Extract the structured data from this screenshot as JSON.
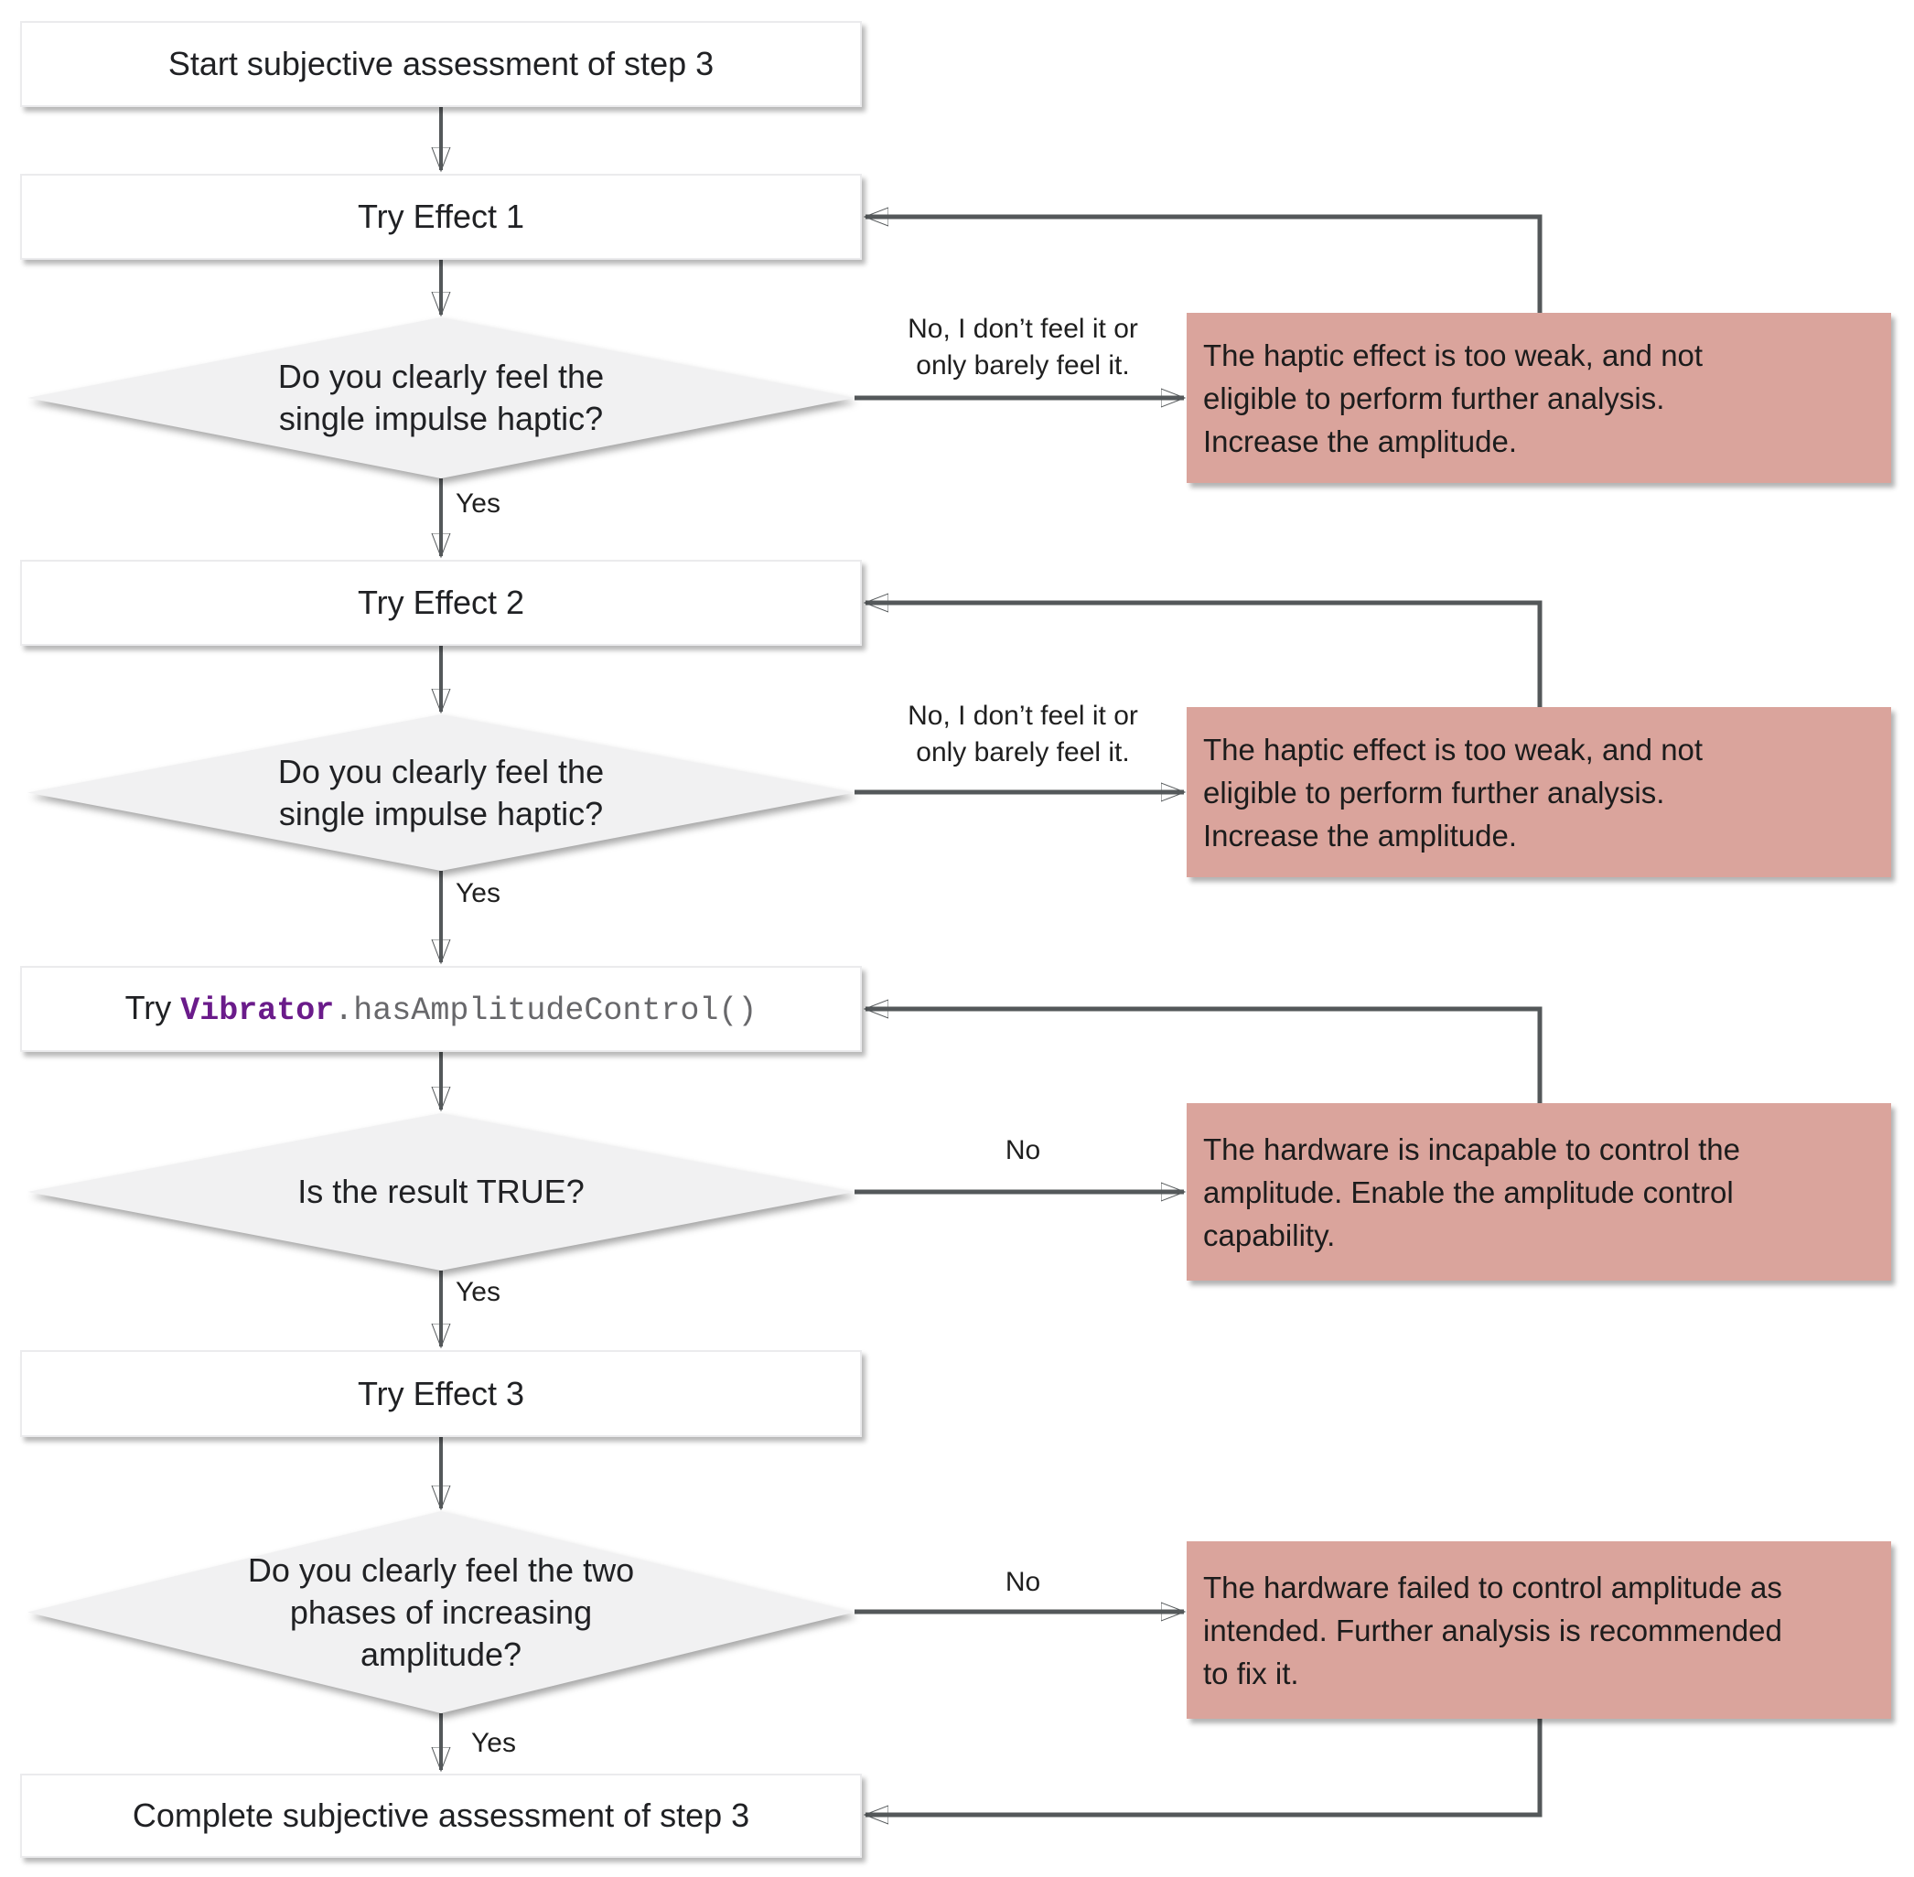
{
  "diagram": {
    "title_hint": "Subjective assessment flowchart for haptic step 3",
    "nodes": {
      "start": {
        "label": "Start subjective assessment of step 3"
      },
      "effect1": {
        "label": "Try Effect 1"
      },
      "q1": {
        "label": "Do you clearly feel the\nsingle impulse haptic?"
      },
      "effect2": {
        "label": "Try Effect 2"
      },
      "q2": {
        "label": "Do you clearly feel the\nsingle impulse haptic?"
      },
      "api": {
        "prefix": "Try ",
        "class_name": "Vibrator",
        "method": ".hasAmplitudeControl()"
      },
      "q3": {
        "label": "Is the result TRUE?"
      },
      "effect3": {
        "label": "Try Effect 3"
      },
      "q4": {
        "label": "Do you clearly feel the two\nphases of increasing\namplitude?"
      },
      "complete": {
        "label": "Complete subjective assessment of step 3"
      }
    },
    "warnings": {
      "too_weak_1": {
        "text": "The haptic effect is too weak, and not\neligible to perform further analysis.\nIncrease the amplitude."
      },
      "too_weak_2": {
        "text": "The haptic effect is too weak, and not\neligible to perform further analysis.\nIncrease the amplitude."
      },
      "incapable": {
        "text": "The hardware is incapable to control the\namplitude. Enable the amplitude control\ncapability."
      },
      "failed": {
        "text": "The hardware failed to control amplitude as\nintended. Further analysis is recommended\nto fix it."
      }
    },
    "edge_labels": {
      "yes1": "Yes",
      "yes2": "Yes",
      "yes3": "Yes",
      "yes4": "Yes",
      "no1": "No, I don’t feel it or\nonly barely feel it.",
      "no2": "No, I don’t feel it or\nonly barely feel it.",
      "no3": "No",
      "no4": "No"
    },
    "colors": {
      "warning_fill": "#daa49c",
      "decision_fill": "#f1f1f2",
      "process_fill": "#ffffff",
      "connector": "#54585a",
      "code_class_purple": "#6a1b8a",
      "code_method_gray": "#68686b",
      "text": "#202124"
    }
  }
}
